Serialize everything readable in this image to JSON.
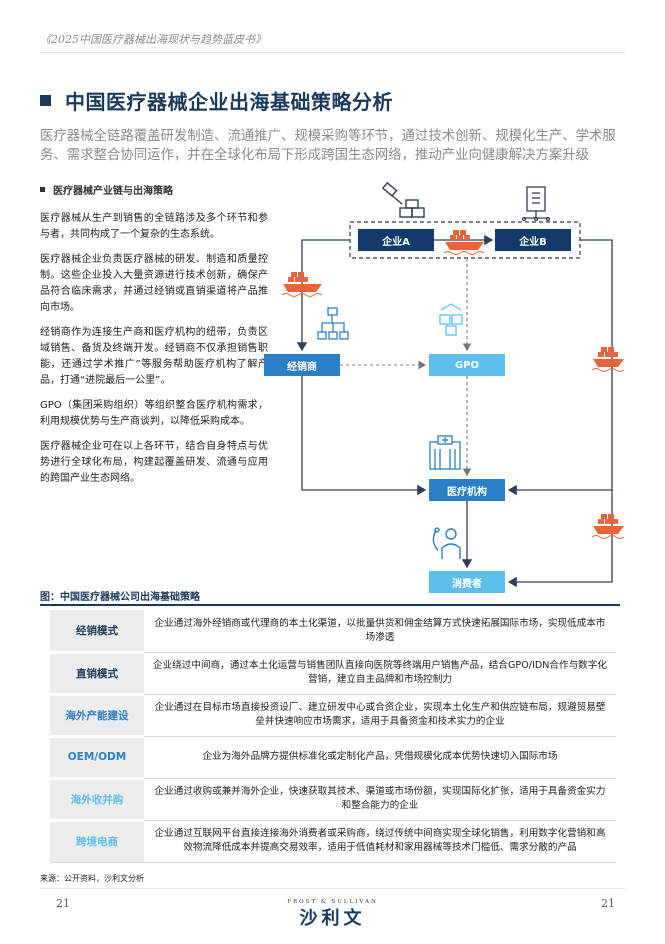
{
  "header": {
    "doc_title": "《2025中国医疗器械出海现状与趋势蓝皮书》"
  },
  "section": {
    "title": "中国医疗器械企业出海基础策略分析"
  },
  "intro": "医疗器械全链路覆盖研发制造、流通推广、规模采购等环节，通过技术创新、规模化生产、学术服务、需求整合协同运作，并在全球化布局下形成跨国生态网络，推动产业向健康解决方案升级",
  "left": {
    "subheading": "医疗器械产业链与出海策略",
    "paragraphs": [
      "医疗器械从生产到销售的全链路涉及多个环节和参与者，共同构成了一个复杂的生态系统。",
      "医疗器械企业负责医疗器械的研发、制造和质量控制。这些企业投入大量资源进行技术创新，确保产品符合临床需求，并通过经销或直销渠道将产品推向市场。",
      "经销商作为连接生产商和医疗机构的纽带，负责区域销售、备货及终端开发。经销商不仅承担销售职能，还通过学术推广”等服务帮助医疗机构了解产品，打通“进院最后一公里”。",
      "GPO（集团采购组织）等组织整合医疗机构需求，利用规模优势与生产商谈判，以降低采购成本。",
      "医疗器械企业可在以上各环节，结合自身特点与优势进行全球化布局，构建起覆盖研发、流通与应用的跨国产业生态网络。"
    ]
  },
  "diagram": {
    "nodes": {
      "company_a": "企业A",
      "company_b": "企业B",
      "distributor": "经销商",
      "gpo": "GPO",
      "hospital": "医疗机构",
      "consumer": "消费者"
    },
    "colors": {
      "dark_navy": "#123a6a",
      "mid_blue": "#2b7fc4",
      "light_blue": "#5ec0ea",
      "ship_orange": "#e8643a"
    }
  },
  "figure": {
    "caption": "图：中国医疗器械公司出海基础策略"
  },
  "modes": [
    {
      "name": "经销模式",
      "color": "#1a3a5c",
      "desc": "企业通过海外经销商或代理商的本土化渠道，以批量供货和佣金结算方式快速拓展国际市场，实现低成本市场渗透"
    },
    {
      "name": "直销模式",
      "color": "#1a3a5c",
      "desc": "企业绕过中间商，通过本土化运营与销售团队直接向医院等终端用户销售产品，结合GPO/IDN合作与数字化营销，建立自主品牌和市场控制力"
    },
    {
      "name": "海外产能建设",
      "color": "#2b7fc4",
      "desc": "企业通过在目标市场直接投资设厂、建立研发中心或合资企业，实现本土化生产和供应链布局，规避贸易壁垒并快速响应市场需求，适用于具备资金和技术实力的企业"
    },
    {
      "name": "OEM/ODM",
      "color": "#2b7fc4",
      "desc": "企业为海外品牌方提供标准化或定制化产品，凭借规模化成本优势快速切入国际市场"
    },
    {
      "name": "海外收并购",
      "color": "#5ec0ea",
      "desc": "企业通过收购或兼并海外企业，快速获取其技术、渠道或市场份额，实现国际化扩张，适用于具备资金实力和整合能力的企业"
    },
    {
      "name": "跨境电商",
      "color": "#5ec0ea",
      "desc": "企业通过互联网平台直接连接海外消费者或采购商，绕过传统中间商实现全球化销售，利用数字化营销和高效物流降低成本并提高交易效率，适用于低值耗材和家用器械等技术门槛低、需求分散的产品"
    }
  ],
  "footer": {
    "source": "来源：公开资料，沙利文分析",
    "page_left": "21",
    "page_right": "21",
    "brand_sub": "FROST & SULLIVAN",
    "brand_main": "沙利文"
  }
}
